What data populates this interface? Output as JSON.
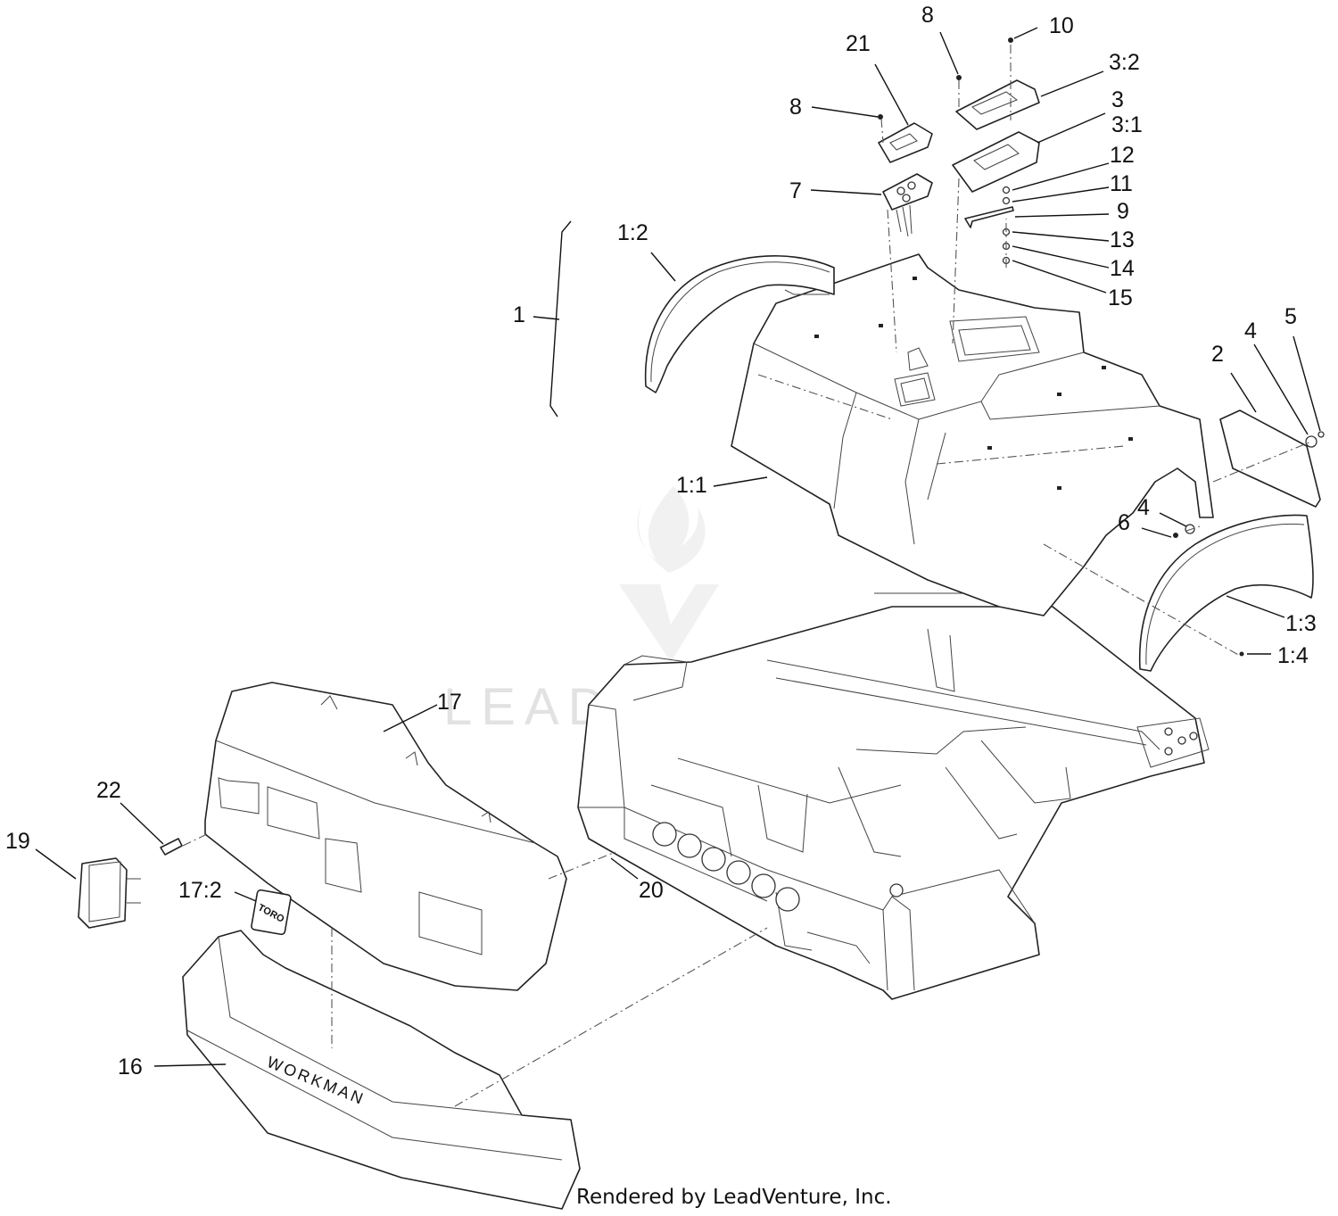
{
  "callouts": [
    {
      "id": "c-8-top",
      "label": "8"
    },
    {
      "id": "c-10",
      "label": "10"
    },
    {
      "id": "c-21",
      "label": "21"
    },
    {
      "id": "c-3-2",
      "label": "3:2"
    },
    {
      "id": "c-3",
      "label": "3"
    },
    {
      "id": "c-3-1",
      "label": "3:1"
    },
    {
      "id": "c-8-left",
      "label": "8"
    },
    {
      "id": "c-12",
      "label": "12"
    },
    {
      "id": "c-11",
      "label": "11"
    },
    {
      "id": "c-7",
      "label": "7"
    },
    {
      "id": "c-9",
      "label": "9"
    },
    {
      "id": "c-1-2",
      "label": "1:2"
    },
    {
      "id": "c-13",
      "label": "13"
    },
    {
      "id": "c-14",
      "label": "14"
    },
    {
      "id": "c-15",
      "label": "15"
    },
    {
      "id": "c-1",
      "label": "1"
    },
    {
      "id": "c-5",
      "label": "5"
    },
    {
      "id": "c-4-top",
      "label": "4"
    },
    {
      "id": "c-2",
      "label": "2"
    },
    {
      "id": "c-1-1",
      "label": "1:1"
    },
    {
      "id": "c-4-mid",
      "label": "4"
    },
    {
      "id": "c-6",
      "label": "6"
    },
    {
      "id": "c-1-3",
      "label": "1:3"
    },
    {
      "id": "c-1-4",
      "label": "1:4"
    },
    {
      "id": "c-17",
      "label": "17"
    },
    {
      "id": "c-22",
      "label": "22"
    },
    {
      "id": "c-19",
      "label": "19"
    },
    {
      "id": "c-17-2",
      "label": "17:2"
    },
    {
      "id": "c-20",
      "label": "20"
    },
    {
      "id": "c-16",
      "label": "16"
    }
  ],
  "bumper_lettering": "WORKMAN",
  "emblem_lettering": "TORO",
  "watermark": "LEADVENTURE",
  "footer": "Rendered by LeadVenture, Inc."
}
